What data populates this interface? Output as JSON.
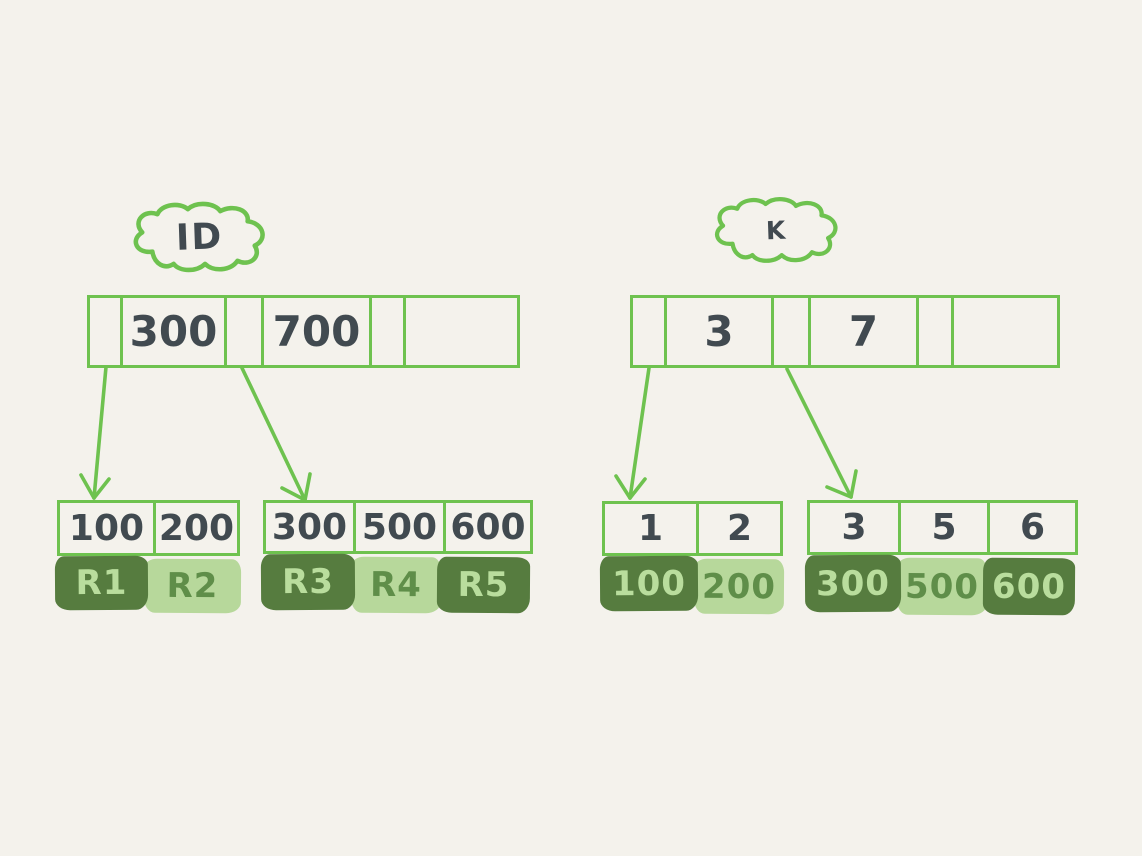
{
  "colors": {
    "background": "#f4f2ec",
    "stroke_green": "#6ec24f",
    "dark_green": "#567c3f",
    "light_green": "#b7d89b",
    "text_dark": "#414a50",
    "text_on_dark": "#b9dd9d",
    "text_on_light": "#5f8e49"
  },
  "left_index": {
    "label": "ID",
    "root": {
      "keys": [
        "300",
        "700"
      ]
    },
    "leaf1": {
      "keys": [
        "100",
        "200"
      ],
      "values": [
        "R1",
        "R2"
      ]
    },
    "leaf2": {
      "keys": [
        "300",
        "500",
        "600"
      ],
      "values": [
        "R3",
        "R4",
        "R5"
      ]
    }
  },
  "right_index": {
    "label": "K",
    "root": {
      "keys": [
        "3",
        "7"
      ]
    },
    "leaf1": {
      "keys": [
        "1",
        "2"
      ],
      "values": [
        "100",
        "200"
      ]
    },
    "leaf2": {
      "keys": [
        "3",
        "5",
        "6"
      ],
      "values": [
        "300",
        "500",
        "600"
      ]
    }
  }
}
